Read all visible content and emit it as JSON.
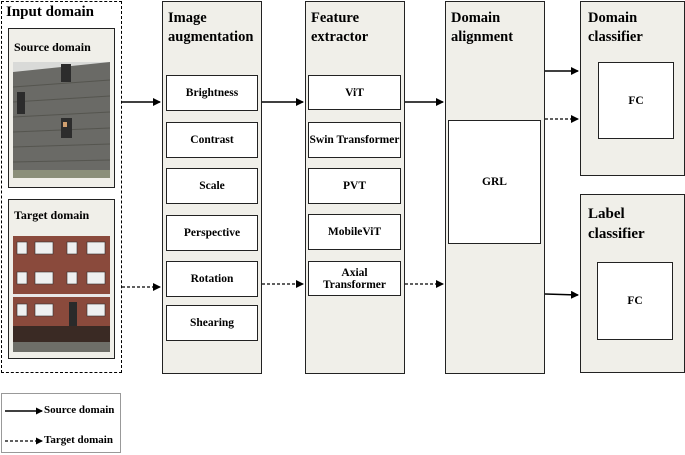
{
  "input_domain": {
    "title": "Input domain",
    "source_label": "Source domain",
    "target_label": "Target domain"
  },
  "augmentation": {
    "title_line1": "Image",
    "title_line2": "augmentation",
    "items": [
      "Brightness",
      "Contrast",
      "Scale",
      "Perspective",
      "Rotation",
      "Shearing"
    ]
  },
  "feature_extractor": {
    "title_line1": "Feature",
    "title_line2": "extractor",
    "items": [
      "ViT",
      "Swin Transformer",
      "PVT",
      "MobileViT",
      "Axial Transformer"
    ]
  },
  "domain_alignment": {
    "title_line1": "Domain",
    "title_line2": "alignment",
    "grl": "GRL"
  },
  "domain_classifier": {
    "title_line1": "Domain",
    "title_line2": "classifier",
    "fc": "FC"
  },
  "label_classifier": {
    "title_line1": "Label",
    "title_line2": "classifier",
    "fc": "FC"
  },
  "legend": {
    "source": "Source domain",
    "target": "Target domain"
  },
  "colors": {
    "panel": "#f0efe9",
    "stone_wall": "#6a6a66",
    "brick": "#8a4a3c"
  }
}
